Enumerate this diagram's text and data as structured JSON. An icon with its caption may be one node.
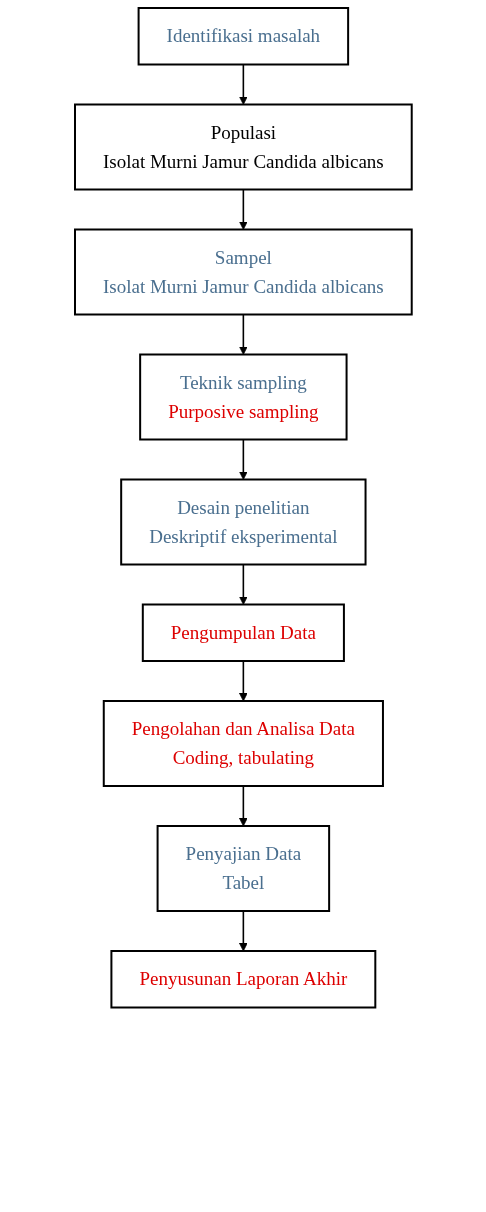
{
  "diagram": {
    "nodes": [
      {
        "text": [
          "Identifikasi masalah"
        ]
      },
      {
        "text": [
          "Populasi",
          "Isolat Murni Jamur Candida albicans"
        ]
      },
      {
        "text": [
          "Sampel",
          "Isolat Murni Jamur Candida albicans"
        ]
      },
      {
        "text": [
          "Teknik sampling",
          "Purposive sampling"
        ]
      },
      {
        "text": [
          "Desain penelitian",
          "Deskriptif  eksperimental"
        ]
      },
      {
        "text": [
          "Pengumpulan Data"
        ]
      },
      {
        "text": [
          "Pengolahan dan Analisa Data",
          "Coding, tabulating"
        ]
      },
      {
        "text": [
          "Penyajian Data",
          "Tabel"
        ]
      },
      {
        "text": [
          "Penyusunan Laporan Akhir"
        ]
      }
    ],
    "edges": [
      {
        "from": 0,
        "to": 1,
        "arrow": "to"
      },
      {
        "from": 1,
        "to": 2,
        "arrow": "to"
      },
      {
        "from": 2,
        "to": 3,
        "arrow": "to"
      },
      {
        "from": 3,
        "to": 4,
        "arrow": "to"
      },
      {
        "from": 4,
        "to": 5,
        "arrow": "to"
      },
      {
        "from": 5,
        "to": 6,
        "arrow": "to"
      },
      {
        "from": 6,
        "to": 7,
        "arrow": "to"
      },
      {
        "from": 7,
        "to": 8,
        "arrow": "to"
      }
    ]
  }
}
